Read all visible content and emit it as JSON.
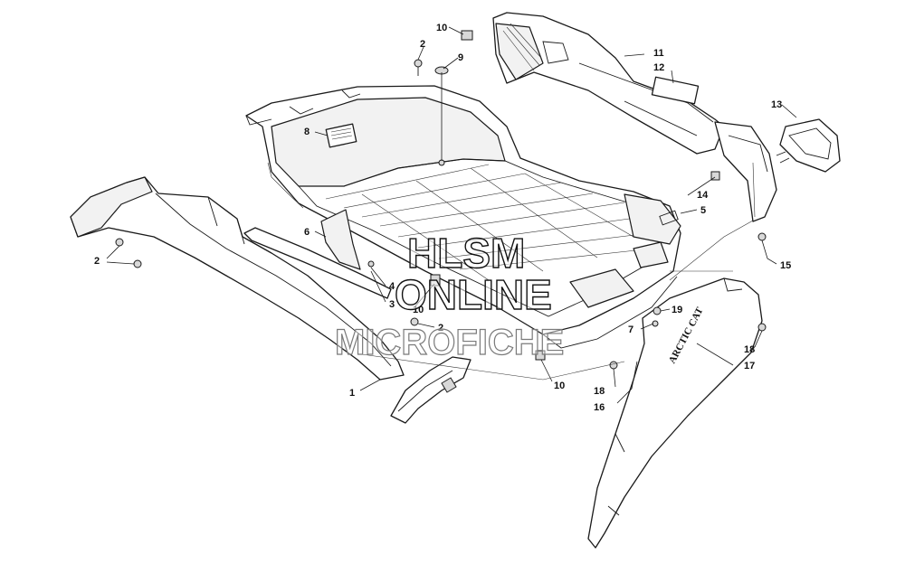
{
  "diagram": {
    "callouts": [
      "10",
      "2",
      "9",
      "11",
      "12",
      "13",
      "8",
      "14",
      "5",
      "6",
      "15",
      "2",
      "4",
      "3",
      "10",
      "2",
      "7",
      "19",
      "18",
      "17",
      "1",
      "10",
      "18",
      "16"
    ]
  },
  "watermark": {
    "line1": "HLSM",
    "line2": "ONLINE",
    "line3": "MICROFICHE"
  },
  "decal": {
    "brand_text": "ARCTIC CAT"
  }
}
